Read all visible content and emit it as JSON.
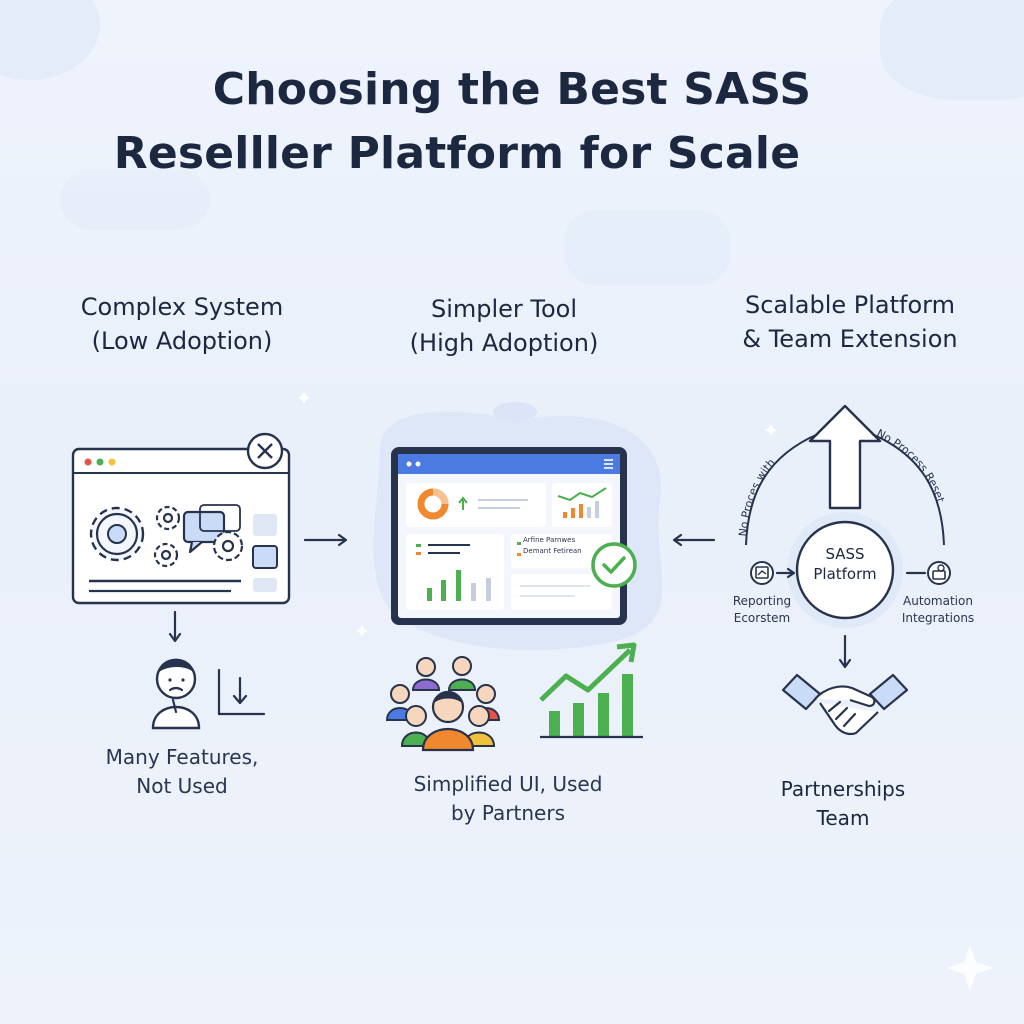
{
  "title": {
    "line1": "Choosing the Best SASS",
    "line2": "Reselller Platform for Scale"
  },
  "columns": [
    {
      "heading_line1": "Complex System",
      "heading_line2": "(Low Adoption)",
      "caption_line1": "Many Features,",
      "caption_line2": "Not Used"
    },
    {
      "heading_line1": "Simpler Tool",
      "heading_line2": "(High Adoption)",
      "caption_line1": "Simplified UI, Used",
      "caption_line2": "by Partners",
      "dashboard_legend": [
        "Arfine Parnwes",
        "Demant Fetirean"
      ]
    },
    {
      "heading_line1": "Scalable Platform",
      "heading_line2": "& Team Extension",
      "hub_line1": "SASS",
      "hub_line2": "Platform",
      "arc_left": "No Proces with",
      "arc_right": "No Process Reset",
      "left_node_line1": "Reporting",
      "left_node_line2": "Ecorstem",
      "right_node_line1": "Automation",
      "right_node_line2": "Integrations",
      "caption_line1": "Partnerships",
      "caption_line2": "Team"
    }
  ],
  "colors": {
    "accent_blue": "#4a7be0",
    "green": "#4caf50",
    "orange": "#f0892d",
    "red_dot": "#e5534b",
    "yellow_dot": "#f2c13b"
  }
}
